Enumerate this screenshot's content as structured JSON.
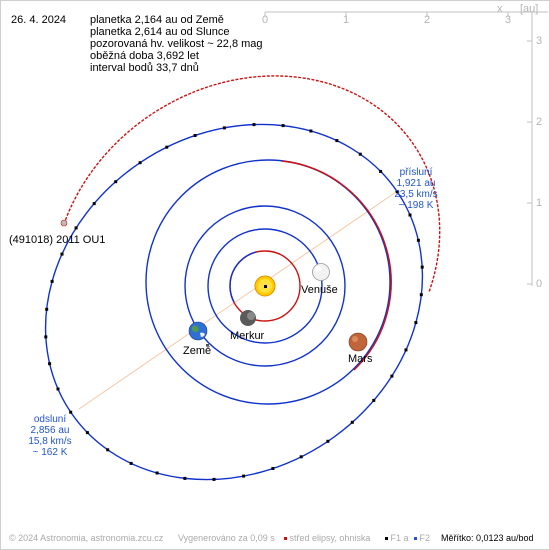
{
  "date": "26. 4. 2024",
  "info_lines": [
    "planetka 2,164 au od Země",
    "planetka 2,614 au od Slunce",
    "pozorovaná hv. velikost ~ 22,8 mag",
    "oběžná doba 3,692 let",
    "interval bodů 33,7 dnů"
  ],
  "asteroid_label": "(491018) 2011 OU1",
  "planets": {
    "venus": "Venuše",
    "earth": "Země",
    "mercury": "Merkur",
    "mars": "Mars"
  },
  "perihelion": [
    "přísluní",
    "1,921 au",
    "23,5 km/s",
    "~ 198 K"
  ],
  "aphelion": [
    "odsluní",
    "2,856 au",
    "15,8 km/s",
    "~ 162 K"
  ],
  "scale_axis": {
    "x_ticks": [
      "0",
      "1",
      "2",
      "3"
    ],
    "y_ticks": [
      "0",
      "1",
      "2",
      "3"
    ],
    "x_label": "x",
    "unit": "[au]"
  },
  "footer": {
    "copyright": "© 2024 Astronomia, astronomia.zcu.cz",
    "generated": "Vygenerováno za 0,09 s",
    "legend_center": "střed elipsy, ohniska",
    "legend_f1": "F1 a",
    "legend_f2": "F2",
    "scale": "Měřítko: 0,0123 au/bod"
  },
  "colors": {
    "orbit_near_sun": "#cc1111",
    "orbit_far": "#1133cc",
    "apse_line": "#f5c8a8",
    "text_blue": "#2255cc",
    "axis_gray": "#b5b5b5"
  }
}
